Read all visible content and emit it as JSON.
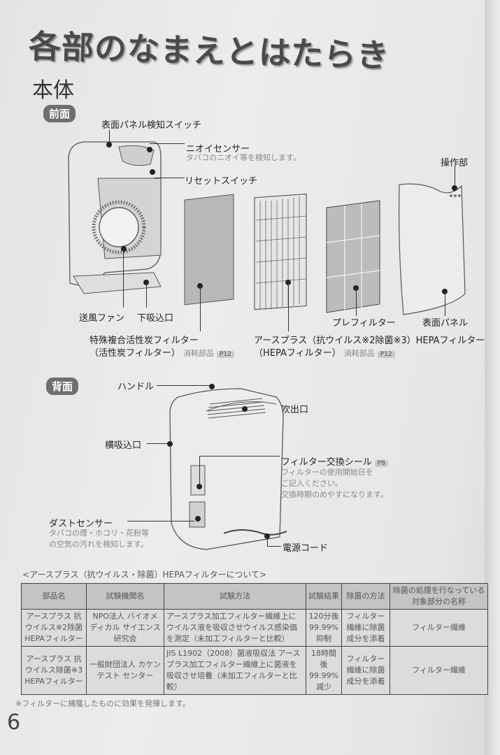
{
  "page": {
    "title": "各部のなまえとはたらき",
    "subtitle": "本体",
    "page_number": "6"
  },
  "front": {
    "badge": "前面",
    "labels": {
      "panel_switch": "表面パネル検知スイッチ",
      "odor_sensor": "ニオイセンサー",
      "odor_sensor_note": "タバコのニオイ等を検知します。",
      "reset_switch": "リセットスイッチ",
      "control": "操作部",
      "fan": "送風ファン",
      "bottom_intake": "下吸込口",
      "carbon_filter_1": "特殊複合活性炭フィルター",
      "carbon_filter_2": "（活性炭フィルター）",
      "consumable": "消耗部品",
      "carbon_page": "P12",
      "hepa_filter_1": "アースプラス（抗ウイルス※2除菌※3）HEPAフィルター",
      "hepa_filter_2": "（HEPAフィルター）",
      "hepa_page": "P12",
      "pre_filter": "プレフィルター",
      "front_panel": "表面パネル"
    }
  },
  "back": {
    "badge": "背面",
    "labels": {
      "handle": "ハンドル",
      "outlet": "吹出口",
      "side_intake": "横吸込口",
      "filter_seal": "フィルター交換シール",
      "filter_seal_page": "P8",
      "filter_seal_note_1": "フィルターの使用開始日を",
      "filter_seal_note_2": "ご記入ください。",
      "filter_seal_note_3": "交換時期のめやすになります。",
      "dust_sensor": "ダストセンサー",
      "dust_sensor_note_1": "タバコの煙・ホコリ・花粉等",
      "dust_sensor_note_2": "の空気の汚れを検知します。",
      "power_cord": "電源コード"
    }
  },
  "table": {
    "caption": "<アースプラス（抗ウイルス・除菌）HEPAフィルターについて>",
    "headers": [
      "部品名",
      "試験機関名",
      "試験方法",
      "試験結果",
      "除菌の方法",
      "除菌の処理を行なっている対象部分の名称"
    ],
    "rows": [
      [
        "アースプラス 抗ウイルス※2除菌 HEPAフィルター",
        "NPO法人 バイオメディカル サイエンス研究会",
        "アースプラス加工フィルター繊維上にウイルス液を吸収させウイルス感染価を測定（未加工フィルターと比較）",
        "120分後 99.99% 抑制",
        "フィルター繊維に除菌成分を添着",
        "フィルター繊維"
      ],
      [
        "アースプラス 抗ウイルス除菌※3 HEPAフィルター",
        "一般財団法人 カケンテスト センター",
        "JIS L1902（2008）菌液吸収法 アースプラス加工フィルター繊維上に菌液を吸収させ培養（未加工フィルターと比較）",
        "18時間後 99.99% 減少",
        "フィルター繊維に除菌成分を添着",
        "フィルター繊維"
      ]
    ],
    "footnote": "※フィルターに捕獲したものに効果を発揮します。"
  }
}
